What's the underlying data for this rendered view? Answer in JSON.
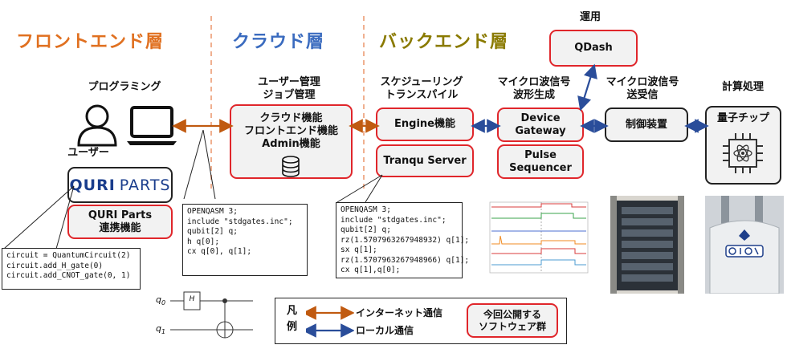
{
  "layers": {
    "frontend": {
      "label": "フロントエンド層",
      "color": "#e07020"
    },
    "cloud": {
      "label": "クラウド層",
      "color": "#3a6bbf"
    },
    "backend": {
      "label": "バックエンド層",
      "color": "#8a7a00"
    }
  },
  "labels": {
    "programming": "プログラミング",
    "user": "ユーザー",
    "user_mgmt": "ユーザー管理",
    "job_mgmt": "ジョブ管理",
    "scheduling": "スケジューリング",
    "transpile": "トランスパイル",
    "mw_signal": "マイクロ波信号",
    "waveform": "波形生成",
    "mw_signal2": "マイクロ波信号",
    "send_recv": "送受信",
    "computation": "計算処理",
    "operation": "運用"
  },
  "boxes": {
    "quri_logo_a": "QURI",
    "quri_logo_b": "PARTS",
    "quri_parts_line1": "QURI Parts",
    "quri_parts_line2": "連携機能",
    "cloud_line1": "クラウド機能",
    "cloud_line2": "フロントエンド機能",
    "cloud_line3": "Admin機能",
    "engine": "Engine機能",
    "tranqu": "Tranqu Server",
    "device_line1": "Device",
    "device_line2": "Gateway",
    "pulse_line1": "Pulse",
    "pulse_line2": "Sequencer",
    "qdash": "QDash",
    "control": "制御装置",
    "qchip": "量子チップ"
  },
  "code": {
    "quri": [
      "circuit = QuantumCircuit(2)",
      "circuit.add_H_gate(0)",
      "circuit.add_CNOT_gate(0, 1)"
    ],
    "qasm1": [
      "OPENQASM 3;",
      "include \"stdgates.inc\";",
      "qubit[2] q;",
      "",
      "h q[0];",
      "cx q[0], q[1];"
    ],
    "qasm2": [
      "OPENQASM 3;",
      "include \"stdgates.inc\";",
      "qubit[2] q;",
      "rz(1.5707963267948932) q[1];",
      "sx q[1];",
      "rz(1.5707963267948966) q[1];",
      "cx q[1],q[0];"
    ]
  },
  "circuit": {
    "q0": "q",
    "q0_sub": "0",
    "q1": "q",
    "q1_sub": "1",
    "gate": "H"
  },
  "legend": {
    "title_1": "凡",
    "title_2": "例",
    "internet": "インターネット通信",
    "local": "ローカル通信",
    "software_1": "今回公開する",
    "software_2": "ソフトウェア群"
  },
  "colors": {
    "internet_arrow": "#c05a10",
    "local_arrow": "#2a4d9a",
    "highlight": "#e0262b"
  }
}
